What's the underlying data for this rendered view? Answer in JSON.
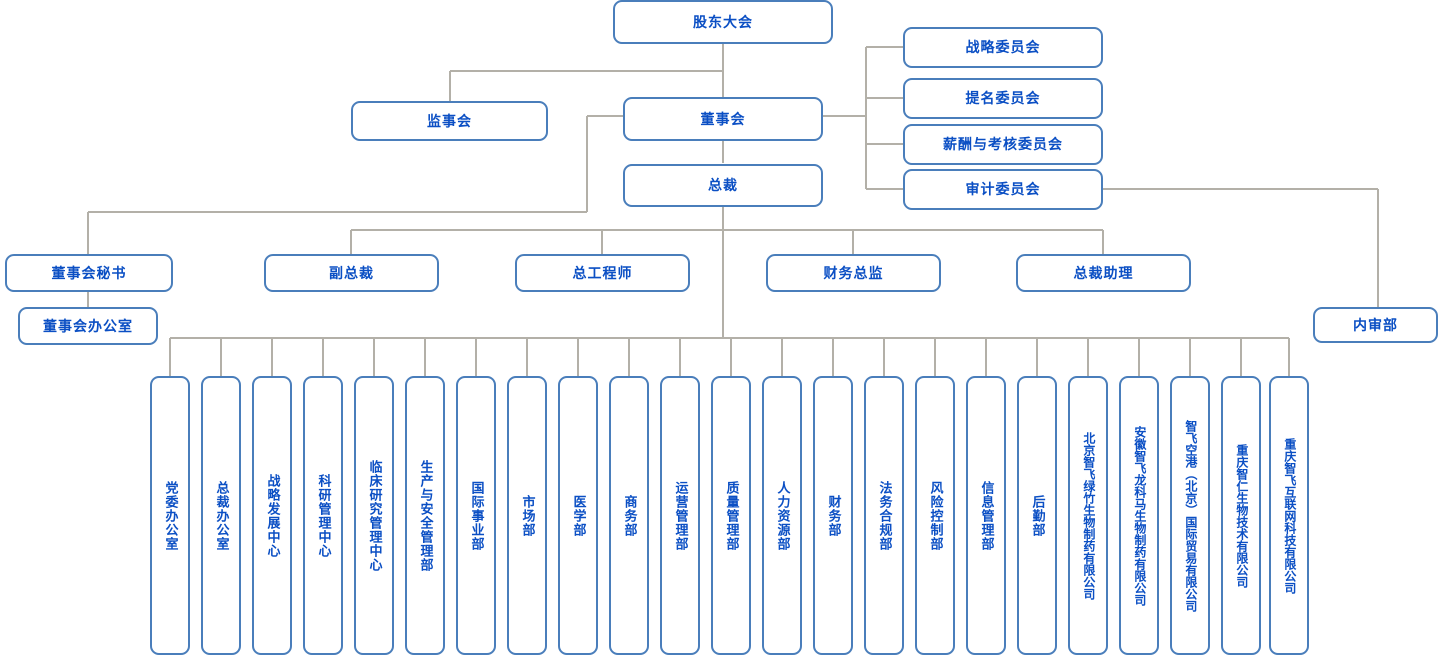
{
  "colors": {
    "box_border": "#4a7ebb",
    "text": "#0b4fc4",
    "connector": "#b3b0a8",
    "background": "#ffffff"
  },
  "chart_title": "",
  "level1": {
    "shareholders_meeting": "股东大会"
  },
  "level2": {
    "supervisory_board": "监事会",
    "board_of_directors": "董事会"
  },
  "committees": [
    {
      "label": "战略委员会"
    },
    {
      "label": "提名委员会"
    },
    {
      "label": "薪酬与考核委员会"
    },
    {
      "label": "审计委员会"
    }
  ],
  "level3": {
    "president": "总裁"
  },
  "executives": [
    {
      "label": "董事会秘书"
    },
    {
      "label": "副总裁"
    },
    {
      "label": "总工程师"
    },
    {
      "label": "财务总监"
    },
    {
      "label": "总裁助理"
    }
  ],
  "board_office": {
    "label": "董事会办公室"
  },
  "internal_audit": {
    "label": "内审部"
  },
  "departments": [
    {
      "label": "党委办公室"
    },
    {
      "label": "总裁办公室"
    },
    {
      "label": "战略发展中心"
    },
    {
      "label": "科研管理中心"
    },
    {
      "label": "临床研究管理中心"
    },
    {
      "label": "生产与安全管理部"
    },
    {
      "label": "国际事业部"
    },
    {
      "label": "市场部"
    },
    {
      "label": "医学部"
    },
    {
      "label": "商务部"
    },
    {
      "label": "运营管理部"
    },
    {
      "label": "质量管理部"
    },
    {
      "label": "人力资源部"
    },
    {
      "label": "财务部"
    },
    {
      "label": "法务合规部"
    },
    {
      "label": "风险控制部"
    },
    {
      "label": "信息管理部"
    },
    {
      "label": "后勤部"
    },
    {
      "label": "北京智飞绿竹生物制药有限公司"
    },
    {
      "label": "安徽智飞龙科马生物制药有限公司"
    },
    {
      "label": "智飞空港（北京）国际贸易有限公司"
    },
    {
      "label": "重庆智仁生物技术有限公司"
    },
    {
      "label": "重庆智飞互联网科技有限公司"
    }
  ]
}
